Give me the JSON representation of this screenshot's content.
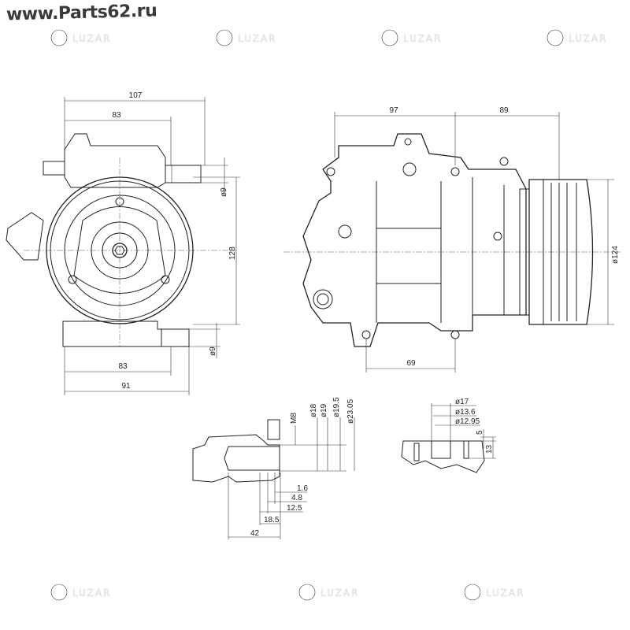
{
  "header": {
    "site": "www.Parts62.ru"
  },
  "watermark": {
    "brand": "LUZAR"
  },
  "front_view": {
    "dims": {
      "width_total": "107",
      "width_upper": "83",
      "port_upper": "ø9",
      "height": "128",
      "port_lower": "ø9",
      "width_lower": "83",
      "width_base": "91"
    }
  },
  "side_view": {
    "dims": {
      "body": "97",
      "clutch": "89",
      "pulley_dia": "ø124",
      "mount": "69"
    }
  },
  "detail_port": {
    "dims": {
      "thread": "M8",
      "d1": "ø18",
      "d2": "ø19",
      "d3": "ø19.5",
      "d4": "ø23.05",
      "l1": "1.6",
      "l2": "4.8",
      "l3": "12.5",
      "l4": "18.5",
      "l5": "42"
    }
  },
  "detail_seat": {
    "dims": {
      "d1": "ø17",
      "d2": "ø13.6",
      "d3": "ø12.95",
      "h1": "5",
      "h2": "13"
    }
  }
}
